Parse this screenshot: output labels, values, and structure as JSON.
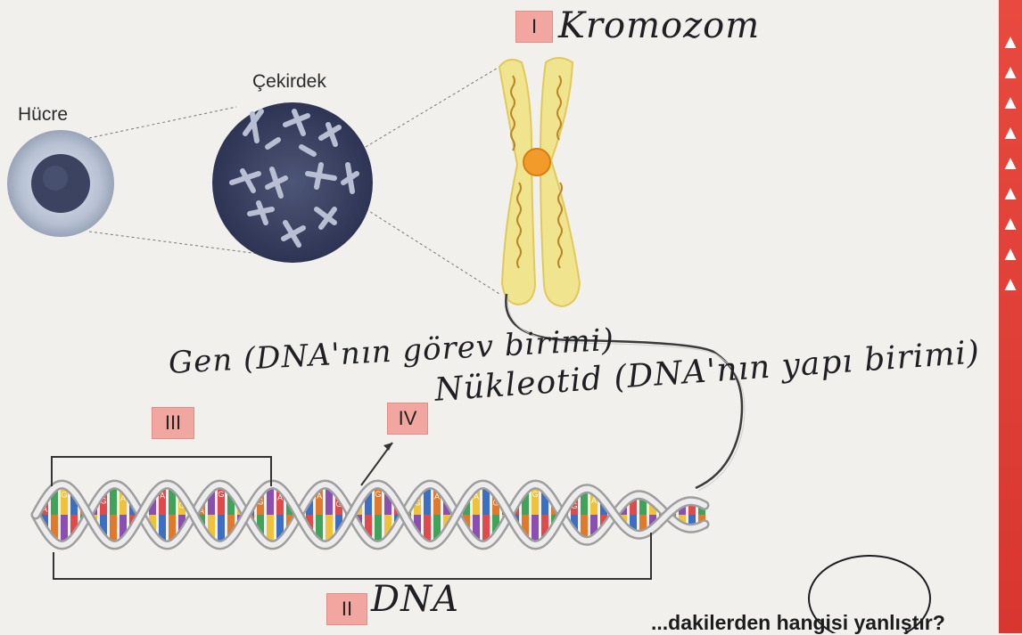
{
  "labels": {
    "cell": "Hücre",
    "nucleus": "Çekirdek"
  },
  "tags": {
    "one": "I",
    "two": "II",
    "three": "III",
    "four": "IV"
  },
  "handwriting": {
    "chromosome": "Kromozom",
    "gene": "Gen (DNA'nın görev birimi)",
    "nucleotide": "Nükleotid (DNA'nın yapı birimi)",
    "dna": "DNA"
  },
  "question_fragment": "...dakilerden hangisi yanlıştır?",
  "bases": [
    "A",
    "T",
    "G",
    "C"
  ],
  "colors": {
    "cell_outer": "#aeb9cc",
    "nucleus": "#3d4466",
    "chromosome": "#f1e48f",
    "centromere": "#f39b2a",
    "tag": "#f2a6a0",
    "edge": "#e0403a"
  }
}
